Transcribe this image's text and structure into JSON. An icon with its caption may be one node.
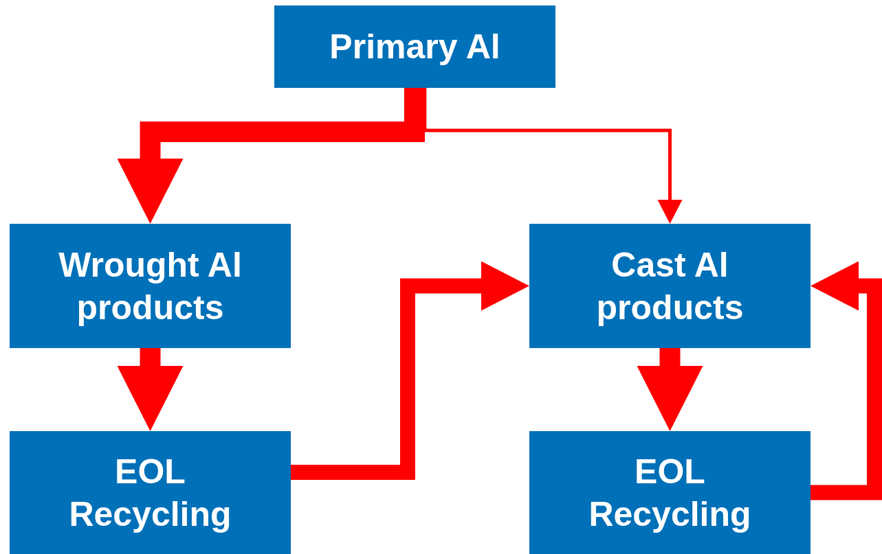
{
  "diagram": {
    "nodes": [
      {
        "text": [
          "Primary Al"
        ]
      },
      {
        "text": [
          "Wrought Al products"
        ]
      },
      {
        "text": [
          "Cast Al products"
        ]
      },
      {
        "text": [
          "EOL Recycling"
        ]
      },
      {
        "text": [
          "EOL Recycling"
        ]
      }
    ],
    "edges": [
      {
        "from": 0,
        "to": 1,
        "arrow": "to"
      },
      {
        "from": 0,
        "to": 2,
        "arrow": "to"
      },
      {
        "from": 1,
        "to": 3,
        "arrow": "to"
      },
      {
        "from": 2,
        "to": 4,
        "arrow": "to"
      },
      {
        "from": 3,
        "to": 2,
        "arrow": "to"
      },
      {
        "from": 4,
        "to": 2,
        "arrow": "to"
      }
    ]
  }
}
